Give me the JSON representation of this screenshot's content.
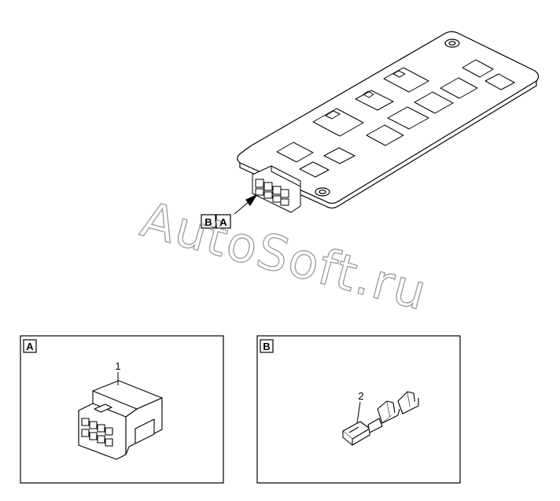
{
  "watermark": {
    "text": "AutoSoft.ru",
    "color": "#9a9a9a"
  },
  "main_view": {
    "tag_a": "A",
    "tag_b": "B"
  },
  "detail_a": {
    "label": "A",
    "callout": "1"
  },
  "detail_b": {
    "label": "B",
    "callout": "2"
  },
  "colors": {
    "line": "#000000",
    "background": "#ffffff"
  }
}
